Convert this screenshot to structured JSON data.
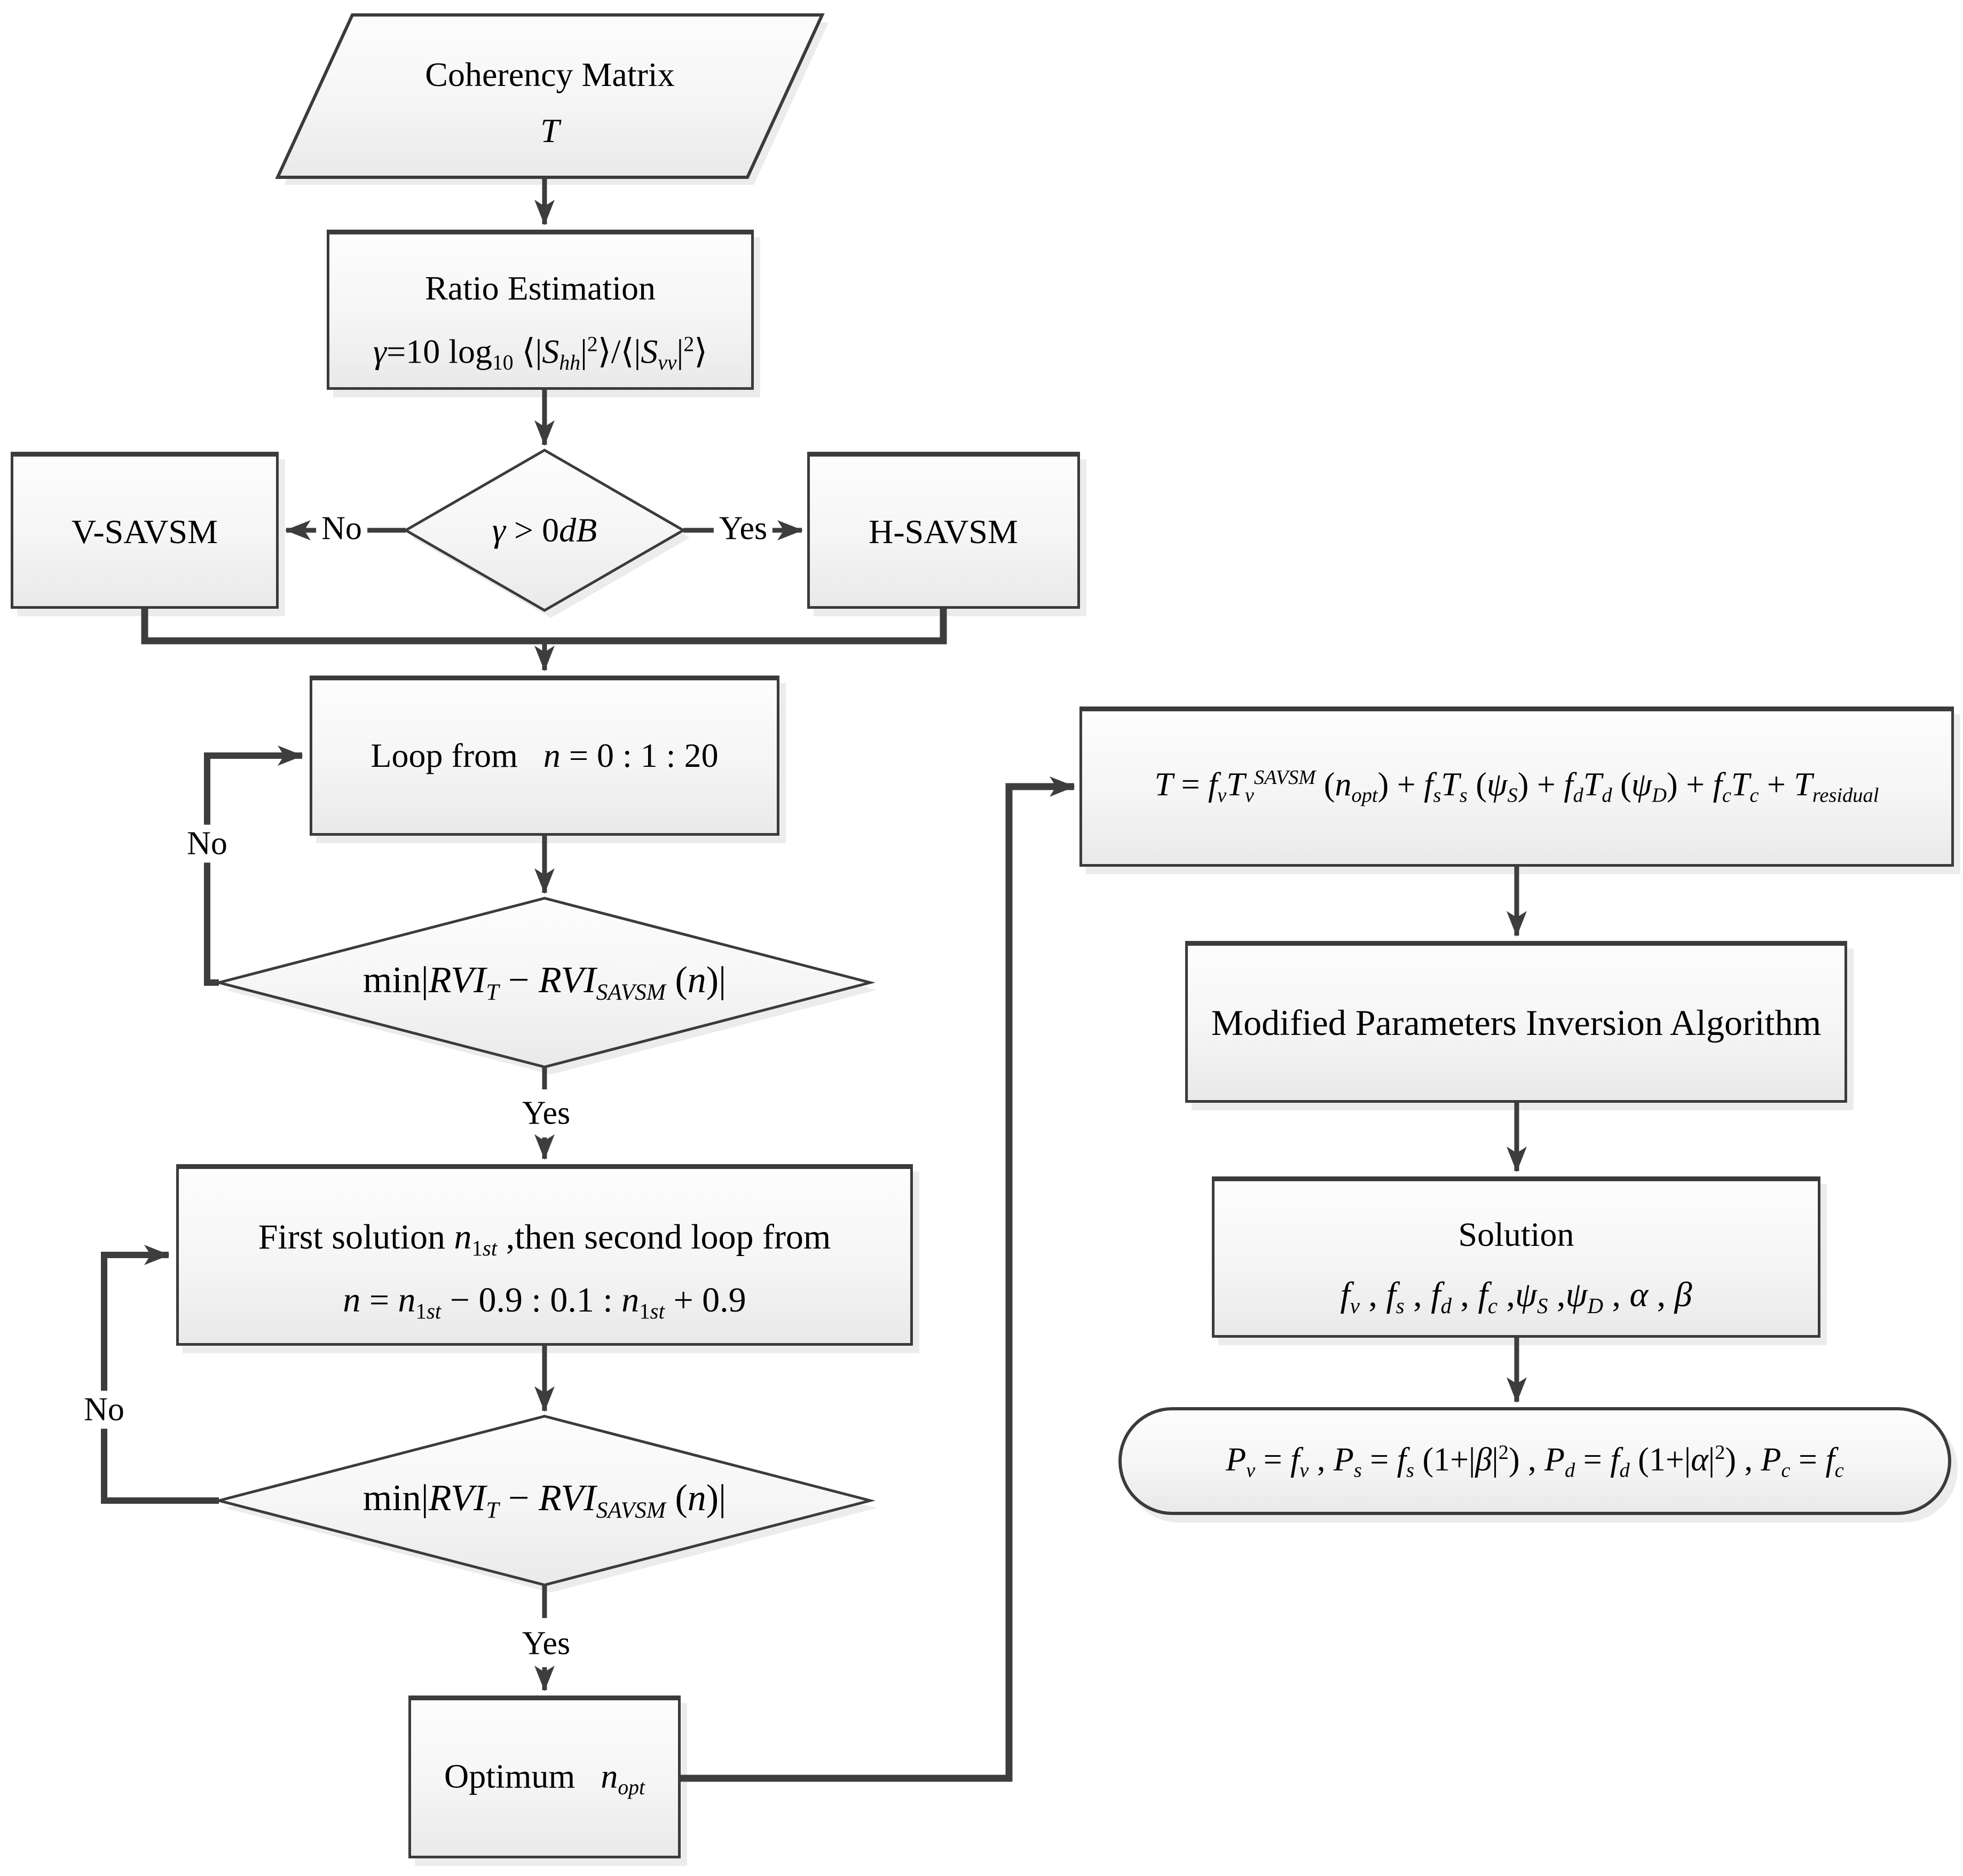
{
  "colors": {
    "line": "#3d3d3d",
    "box_border": "#3b3b3b",
    "box_fill_top": "#fdfdfd",
    "box_fill_bottom": "#e9e9e9",
    "shadow": "#ececec",
    "text": "#000000"
  },
  "nodes": {
    "coherency": {
      "title": "Coherency Matrix",
      "symbol_html": "<i>T</i>"
    },
    "ratio": {
      "title": "Ratio Estimation",
      "formula_html": "<i>γ</i>=10 log<sub>10</sub> ⟨|<i>S</i><sub><i>hh</i></sub>|<sup>2</sup>⟩/⟨|<i>S</i><sub><i>vv</i></sub>|<sup>2</sup>⟩"
    },
    "gamma_decision": {
      "formula_html": "<i>γ</i> &gt; 0<i>dB</i>"
    },
    "v_savsm": {
      "label": "V-SAVSM"
    },
    "h_savsm": {
      "label": "H-SAVSM"
    },
    "loop": {
      "text_html": "Loop from&ensp; <i>n</i> = 0 : 1 : 20"
    },
    "min_decision_1": {
      "formula_html": "min|<i>RVI</i><sub><i>T</i></sub> − <i>RVI</i><sub><i>SAVSM</i></sub> (<i>n</i>)|"
    },
    "second_loop": {
      "line1_html": "First solution <i>n</i><sub>1<i>st</i></sub> ,then second loop from",
      "line2_html": "<i>n</i> = <i>n</i><sub>1<i>st</i></sub> − 0.9 : 0.1 : <i>n</i><sub>1<i>st</i></sub> + 0.9"
    },
    "min_decision_2": {
      "formula_html": "min|<i>RVI</i><sub><i>T</i></sub> − <i>RVI</i><sub><i>SAVSM</i></sub> (<i>n</i>)|"
    },
    "optimum": {
      "text_html": "Optimum&ensp; <i>n</i><sub><i>opt</i></sub>"
    },
    "t_model": {
      "formula_html": "<i>T</i> = <i>f</i><sub><i>v</i></sub><i>T</i><sub><i>v</i></sub><sup><i>SAVSM</i></sup> (<i>n</i><sub><i>opt</i></sub>) + <i>f</i><sub><i>s</i></sub><i>T</i><sub><i>s</i></sub> (<i>ψ</i><sub><i>S</i></sub>) + <i>f</i><sub><i>d</i></sub><i>T</i><sub><i>d</i></sub> (<i>ψ</i><sub><i>D</i></sub>) + <i>f</i><sub><i>c</i></sub><i>T</i><sub><i>c</i></sub> + <i>T</i><sub><i>residual</i></sub>"
    },
    "inversion": {
      "label": "Modified Parameters Inversion Algorithm"
    },
    "solution": {
      "title": "Solution",
      "params_html": "<i>f</i><sub><i>v</i></sub> , <i>f</i><sub><i>s</i></sub> , <i>f</i><sub><i>d</i></sub> , <i>f</i><sub><i>c</i></sub> ,<i>ψ</i><sub><i>S</i></sub> ,<i>ψ</i><sub><i>D</i></sub> , <i>α</i> , <i>β</i>"
    },
    "powers": {
      "formula_html": "<i>P</i><sub><i>v</i></sub> = <i>f</i><sub><i>v</i></sub> , <i>P</i><sub><i>s</i></sub> = <i>f</i><sub><i>s</i></sub> (1+|<i>β</i>|<sup>2</sup>) , <i>P</i><sub><i>d</i></sub> = <i>f</i><sub><i>d</i></sub> (1+|<i>α</i>|<sup>2</sup>) , <i>P</i><sub><i>c</i></sub> = <i>f</i><sub><i>c</i></sub>"
    }
  },
  "edge_labels": {
    "gamma_no": "No",
    "gamma_yes": "Yes",
    "min1_no": "No",
    "min1_yes": "Yes",
    "min2_no": "No",
    "min2_yes": "Yes"
  }
}
